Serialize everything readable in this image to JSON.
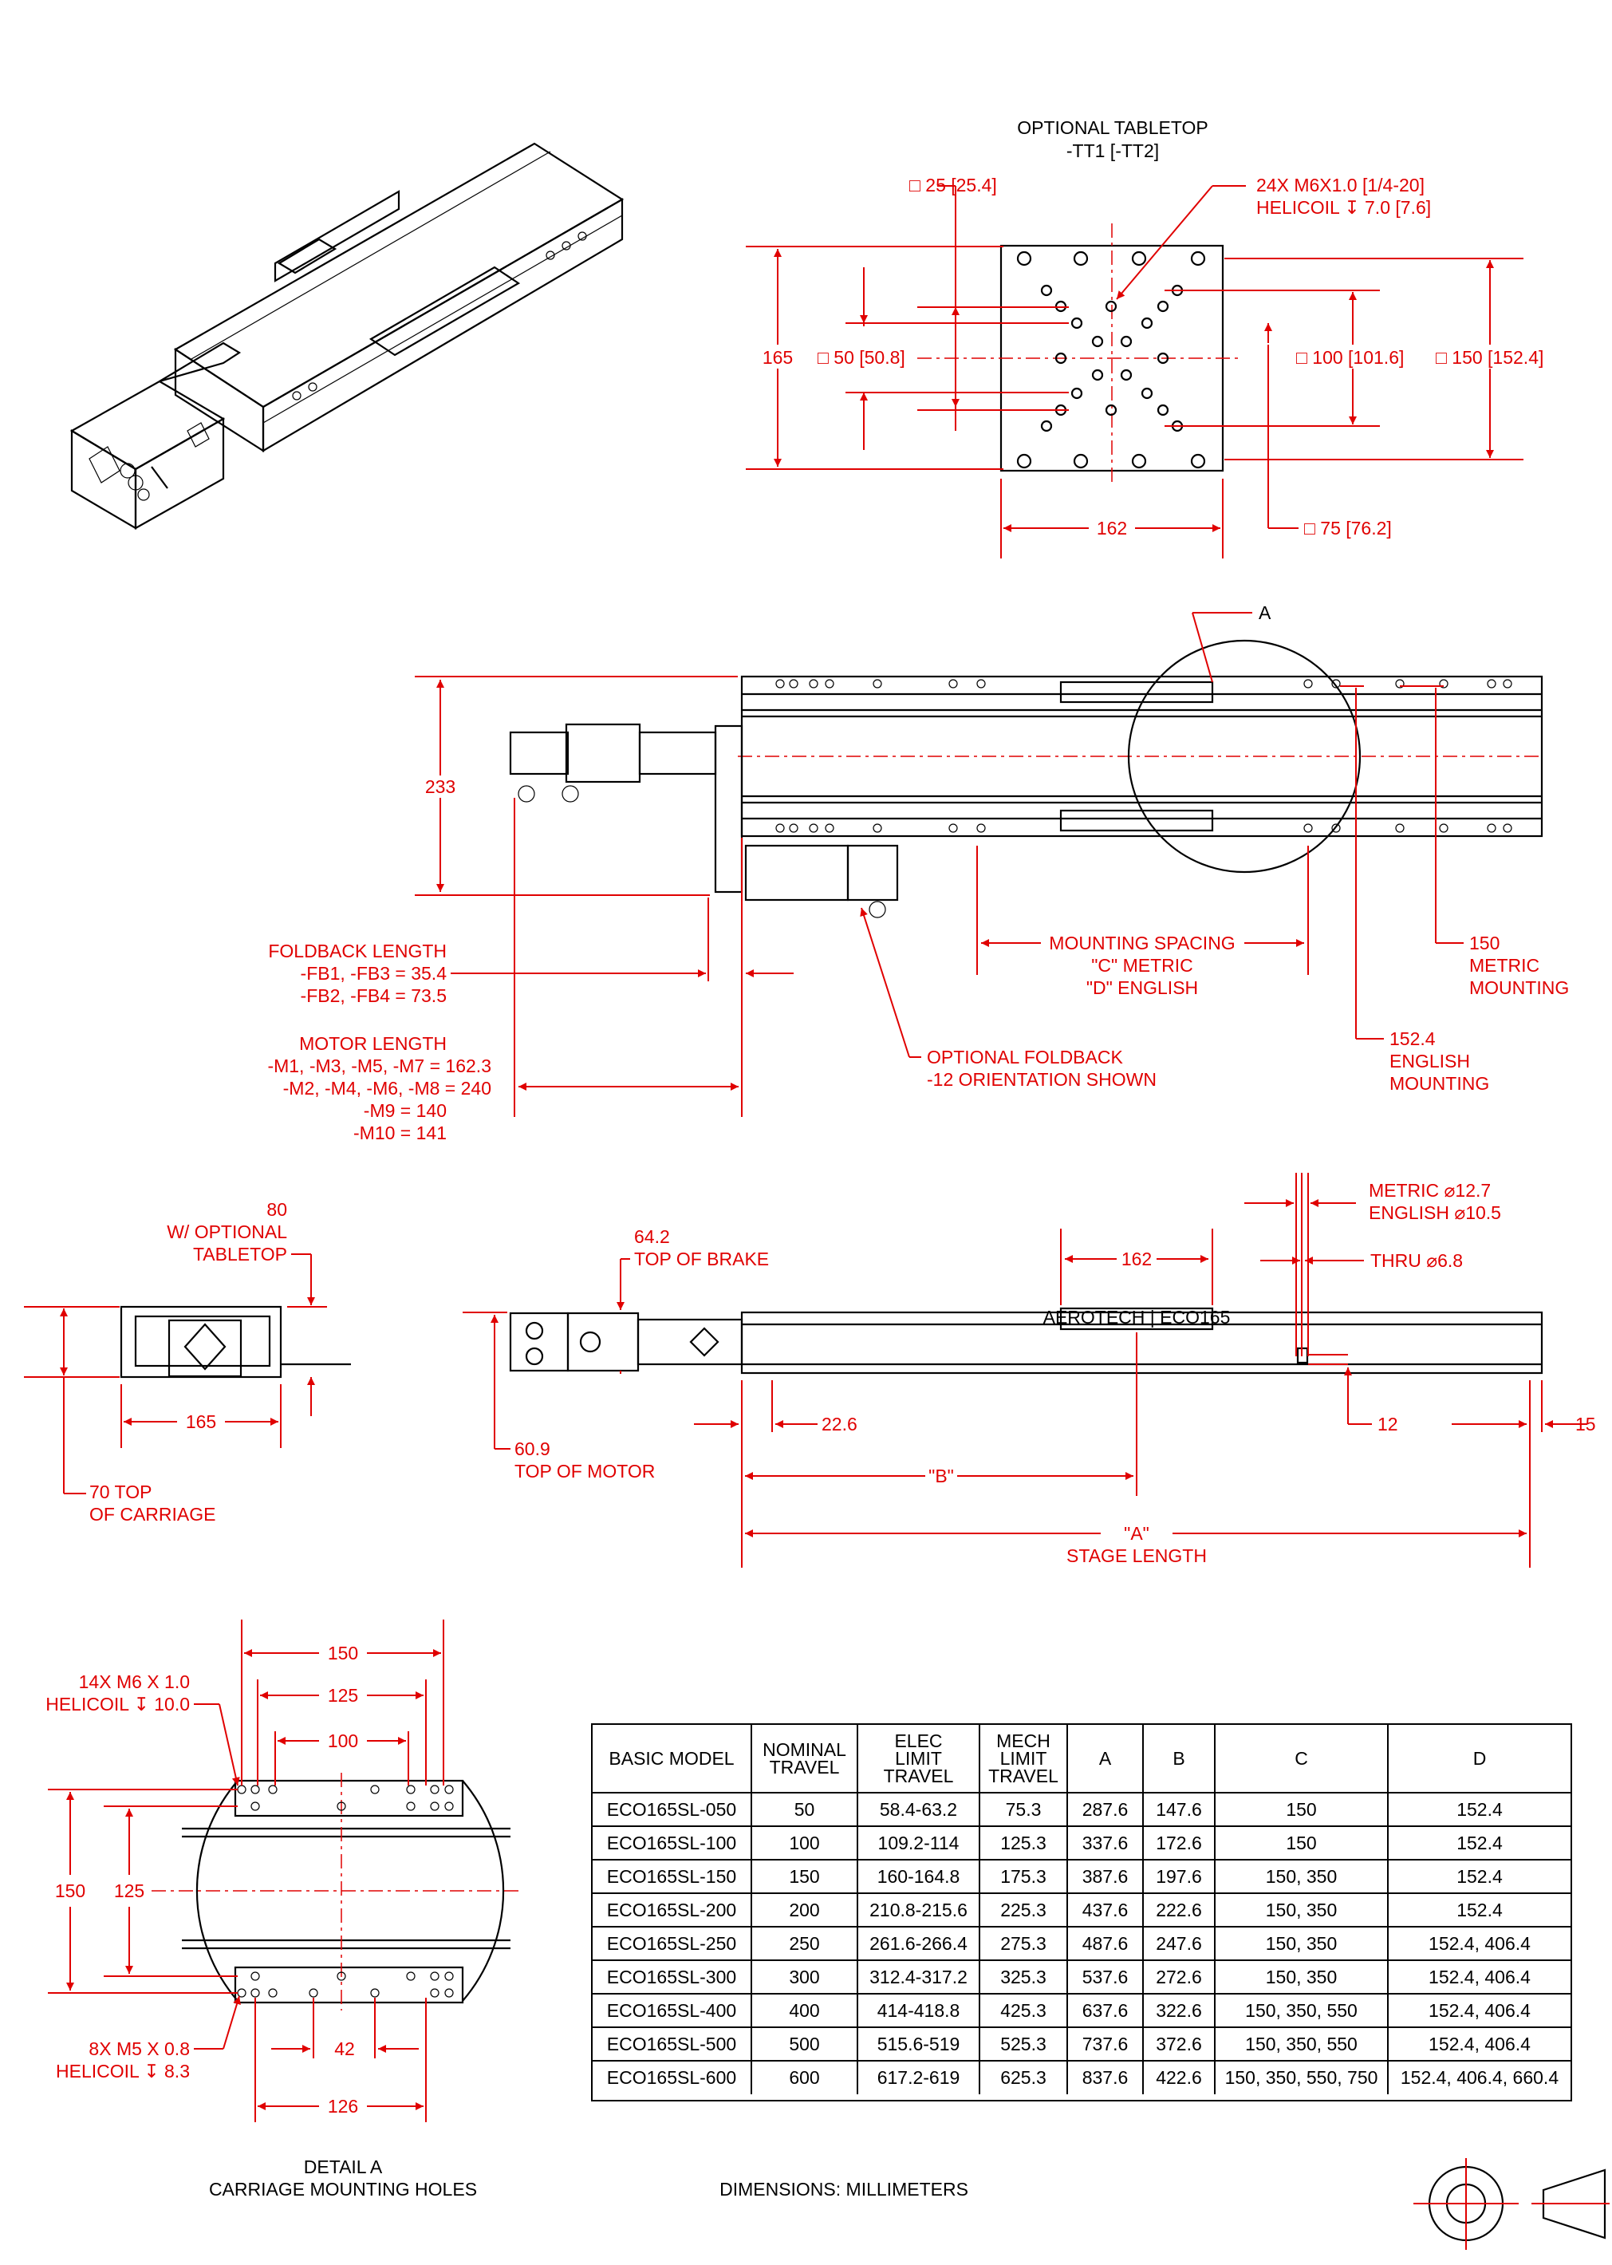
{
  "colors": {
    "dimension": "#e00000",
    "outline": "#000000",
    "background": "#ffffff"
  },
  "iso_view": {
    "name": "isometric-stage-view"
  },
  "tabletop": {
    "title": "OPTIONAL TABLETOP",
    "subtitle": "-TT1 [-TT2]",
    "hole_note_1": "24X M6X1.0 [1/4-20]",
    "hole_note_2": "HELICOIL ↧ 7.0 [7.6]",
    "dim_25": "□ 25 [25.4]",
    "dim_165": "165",
    "dim_50": "□ 50 [50.8]",
    "dim_100": "□ 100 [101.6]",
    "dim_150": "□ 150 [152.4]",
    "dim_162": "162",
    "dim_75": "□ 75 [76.2]"
  },
  "top_view": {
    "detail_label": "A",
    "dim_233": "233",
    "foldback_title": "FOLDBACK LENGTH",
    "foldback_1": "-FB1, -FB3 = 35.4",
    "foldback_2": "-FB2, -FB4 = 73.5",
    "motor_title": "MOTOR LENGTH",
    "motor_1": "-M1, -M3, -M5, -M7 = 162.3",
    "motor_2": "-M2, -M4, -M6, -M8 = 240",
    "motor_3": "-M9 = 140",
    "motor_4": "-M10 = 141",
    "mounting_1": "MOUNTING SPACING",
    "mounting_2": "\"C\" METRIC",
    "mounting_3": "\"D\" ENGLISH",
    "metric_1": "150",
    "metric_2": "METRIC",
    "metric_3": "MOUNTING",
    "english_1": "152.4",
    "english_2": "ENGLISH",
    "english_3": "MOUNTING",
    "optional_1": "OPTIONAL FOLDBACK",
    "optional_2": "-12 ORIENTATION SHOWN"
  },
  "end_view": {
    "dim_80": "80",
    "tabletop_1": "W/ OPTIONAL",
    "tabletop_2": "TABLETOP",
    "dim_165": "165",
    "carriage_1": "70 TOP",
    "carriage_2": "OF CARRIAGE"
  },
  "side_view": {
    "brake_1": "64.2",
    "brake_2": "TOP OF BRAKE",
    "dim_162": "162",
    "metric_dia": "METRIC ⌀12.7",
    "english_dia": "ENGLISH ⌀10.5",
    "thru": "THRU ⌀6.8",
    "dim_22_6": "22.6",
    "dim_12": "12",
    "dim_15": "15",
    "motor_1": "60.9",
    "motor_2": "TOP OF MOTOR",
    "dim_b": "\"B\"",
    "dim_a": "\"A\"",
    "stage_length": "STAGE LENGTH",
    "brand_text": "AEROTECH | ECO165"
  },
  "detail_a": {
    "dim_150": "150",
    "dim_125": "125",
    "dim_100": "100",
    "note_14x_1": "14X M6 X 1.0",
    "note_14x_2": "HELICOIL ↧ 10.0",
    "left_150": "150",
    "left_125": "125",
    "note_8x_1": "8X M5 X 0.8",
    "note_8x_2": "HELICOIL ↧ 8.3",
    "dim_42": "42",
    "dim_126": "126",
    "caption_1": "DETAIL A",
    "caption_2": "CARRIAGE MOUNTING HOLES"
  },
  "units_note": "DIMENSIONS: MILLIMETERS",
  "table": {
    "headers": [
      [
        "BASIC MODEL"
      ],
      [
        "NOMINAL",
        "TRAVEL"
      ],
      [
        "ELEC",
        "LIMIT",
        "TRAVEL"
      ],
      [
        "MECH",
        "LIMIT",
        "TRAVEL"
      ],
      [
        "A"
      ],
      [
        "B"
      ],
      [
        "C"
      ],
      [
        "D"
      ]
    ],
    "rows": [
      [
        "ECO165SL-050",
        "50",
        "58.4-63.2",
        "75.3",
        "287.6",
        "147.6",
        "150",
        "152.4"
      ],
      [
        "ECO165SL-100",
        "100",
        "109.2-114",
        "125.3",
        "337.6",
        "172.6",
        "150",
        "152.4"
      ],
      [
        "ECO165SL-150",
        "150",
        "160-164.8",
        "175.3",
        "387.6",
        "197.6",
        "150, 350",
        "152.4"
      ],
      [
        "ECO165SL-200",
        "200",
        "210.8-215.6",
        "225.3",
        "437.6",
        "222.6",
        "150, 350",
        "152.4"
      ],
      [
        "ECO165SL-250",
        "250",
        "261.6-266.4",
        "275.3",
        "487.6",
        "247.6",
        "150, 350",
        "152.4, 406.4"
      ],
      [
        "ECO165SL-300",
        "300",
        "312.4-317.2",
        "325.3",
        "537.6",
        "272.6",
        "150, 350",
        "152.4, 406.4"
      ],
      [
        "ECO165SL-400",
        "400",
        "414-418.8",
        "425.3",
        "637.6",
        "322.6",
        "150, 350, 550",
        "152.4, 406.4"
      ],
      [
        "ECO165SL-500",
        "500",
        "515.6-519",
        "525.3",
        "737.6",
        "372.6",
        "150, 350, 550",
        "152.4, 406.4"
      ],
      [
        "ECO165SL-600",
        "600",
        "617.2-619",
        "625.3",
        "837.6",
        "422.6",
        "150, 350, 550, 750",
        "152.4, 406.4, 660.4"
      ]
    ]
  },
  "projection_symbol": {
    "name": "third-angle-projection-symbol"
  }
}
